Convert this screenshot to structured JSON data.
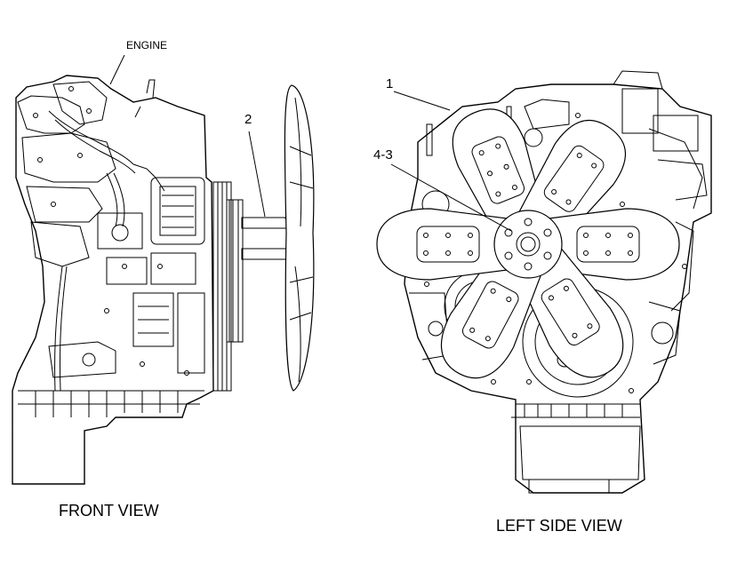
{
  "labels": {
    "engine": "ENGINE",
    "front_view": "FRONT VIEW",
    "left_side_view": "LEFT SIDE VIEW",
    "callout_1": "1",
    "callout_2": "2",
    "callout_4_3": "4-3"
  }
}
